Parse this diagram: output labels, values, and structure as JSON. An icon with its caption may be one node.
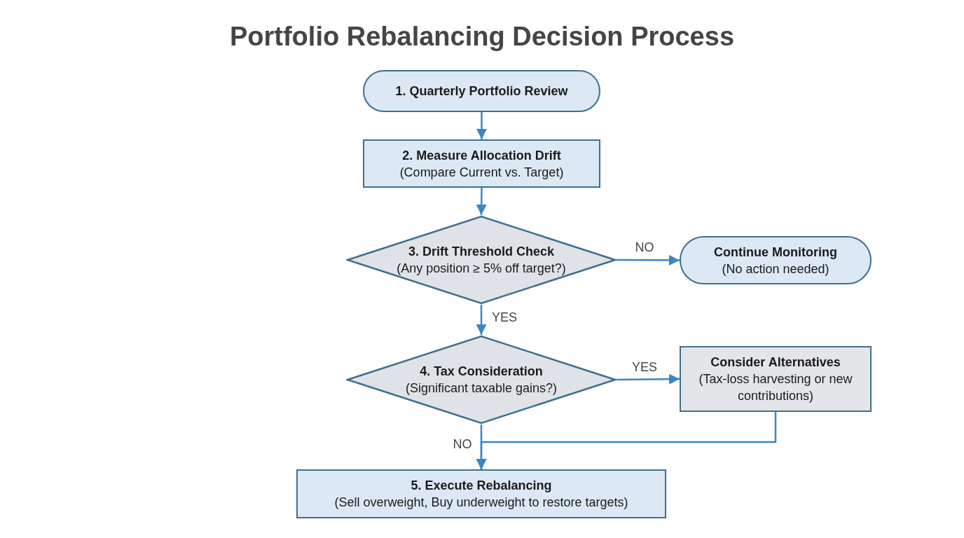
{
  "diagram": {
    "title": "Portfolio Rebalancing Decision Process",
    "nodes": [
      {
        "text": [
          "1. Quarterly Portfolio Review"
        ]
      },
      {
        "text": [
          "2. Measure Allocation Drift",
          "(Compare Current vs. Target)"
        ]
      },
      {
        "text": [
          "3. Drift Threshold Check",
          "(Any position ≥ 5% off target?)"
        ]
      },
      {
        "text": [
          "Continue Monitoring",
          "(No action needed)"
        ]
      },
      {
        "text": [
          "4. Tax Consideration",
          "(Significant taxable gains?)"
        ]
      },
      {
        "text": [
          "Consider Alternatives",
          "(Tax-loss harvesting or new contributions)"
        ]
      },
      {
        "text": [
          "5. Execute Rebalancing",
          "(Sell overweight, Buy underweight to restore targets)"
        ]
      }
    ],
    "edges": [
      {
        "from": 0,
        "to": 1,
        "arrow": "to"
      },
      {
        "from": 1,
        "to": 2,
        "arrow": "to"
      },
      {
        "from": 2,
        "to": 3,
        "arrow": "to",
        "label": "NO"
      },
      {
        "from": 2,
        "to": 4,
        "arrow": "to",
        "label": "YES"
      },
      {
        "from": 4,
        "to": 5,
        "arrow": "to",
        "label": "YES"
      },
      {
        "from": 5,
        "to": 6,
        "arrow": "to"
      },
      {
        "from": 4,
        "to": 6,
        "arrow": "to",
        "label": "NO"
      }
    ]
  }
}
